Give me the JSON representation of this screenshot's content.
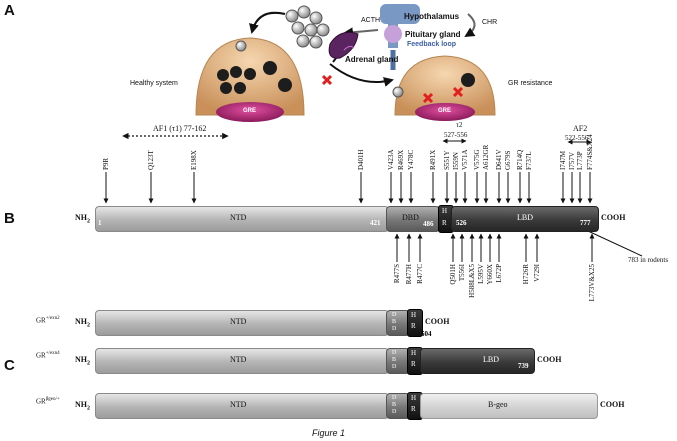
{
  "panels": {
    "a": "A",
    "b": "B",
    "c": "C"
  },
  "panel_a": {
    "acth": "ACTH",
    "hypothalamus": "Hypothalamus",
    "chr": "CHR",
    "pituitary": "Pituitary gland",
    "feedback": "Feedback loop",
    "adrenal": "Adrenal gland",
    "healthy": "Healthy system",
    "gr_resistance": "GR resistance",
    "gre1": "GRE",
    "gre2": "GRE"
  },
  "panel_b": {
    "af1": "AF1 (τ1) 77-162",
    "tau2": "τ2",
    "tau2_range": "527-556",
    "af2": "AF2",
    "af2_range": "522-556",
    "nh2": "NH",
    "sub2": "2",
    "cooh": "COOH",
    "ntd": "NTD",
    "dbd": "DBD",
    "lbd": "LBD",
    "hr_h": "H",
    "hr_r": "R",
    "n1": "1",
    "n421": "421",
    "n486": "486",
    "n526": "526",
    "n777": "777",
    "rodent": "783 in rodents",
    "top_mutations": [
      "P9R",
      "Q123T",
      "E198X",
      "D401H",
      "V423A",
      "R469X",
      "Y478C",
      "R491X",
      "S551Y",
      "I559N",
      "V571A",
      "V575G",
      "A612GR",
      "D641V",
      "G679S",
      "R714Q",
      "F737L",
      "I747M",
      "I757V",
      "L773P",
      "F774S&X24"
    ],
    "bottom_mutations": [
      "R477S",
      "R477H",
      "R477C",
      "Q501H",
      "T556I",
      "H588L&X5",
      "L595V",
      "Y660X",
      "L672P",
      "H726R",
      "V729I",
      "L773V&X25"
    ]
  },
  "panel_c": {
    "rows": [
      {
        "label_base": "GR",
        "label_sup": "+/exn2",
        "ntd": "NTD",
        "end_num": "504"
      },
      {
        "label_base": "GR",
        "label_sup": "+/exn4",
        "ntd": "NTD",
        "lbd": "LBD",
        "end_num": "739"
      },
      {
        "label_base": "GR",
        "label_sup": "βgeo/+",
        "ntd": "NTD",
        "bgeo": "B-geo"
      }
    ],
    "dbd_letters": [
      "D",
      "B",
      "D"
    ]
  },
  "caption": "Figure 1"
}
